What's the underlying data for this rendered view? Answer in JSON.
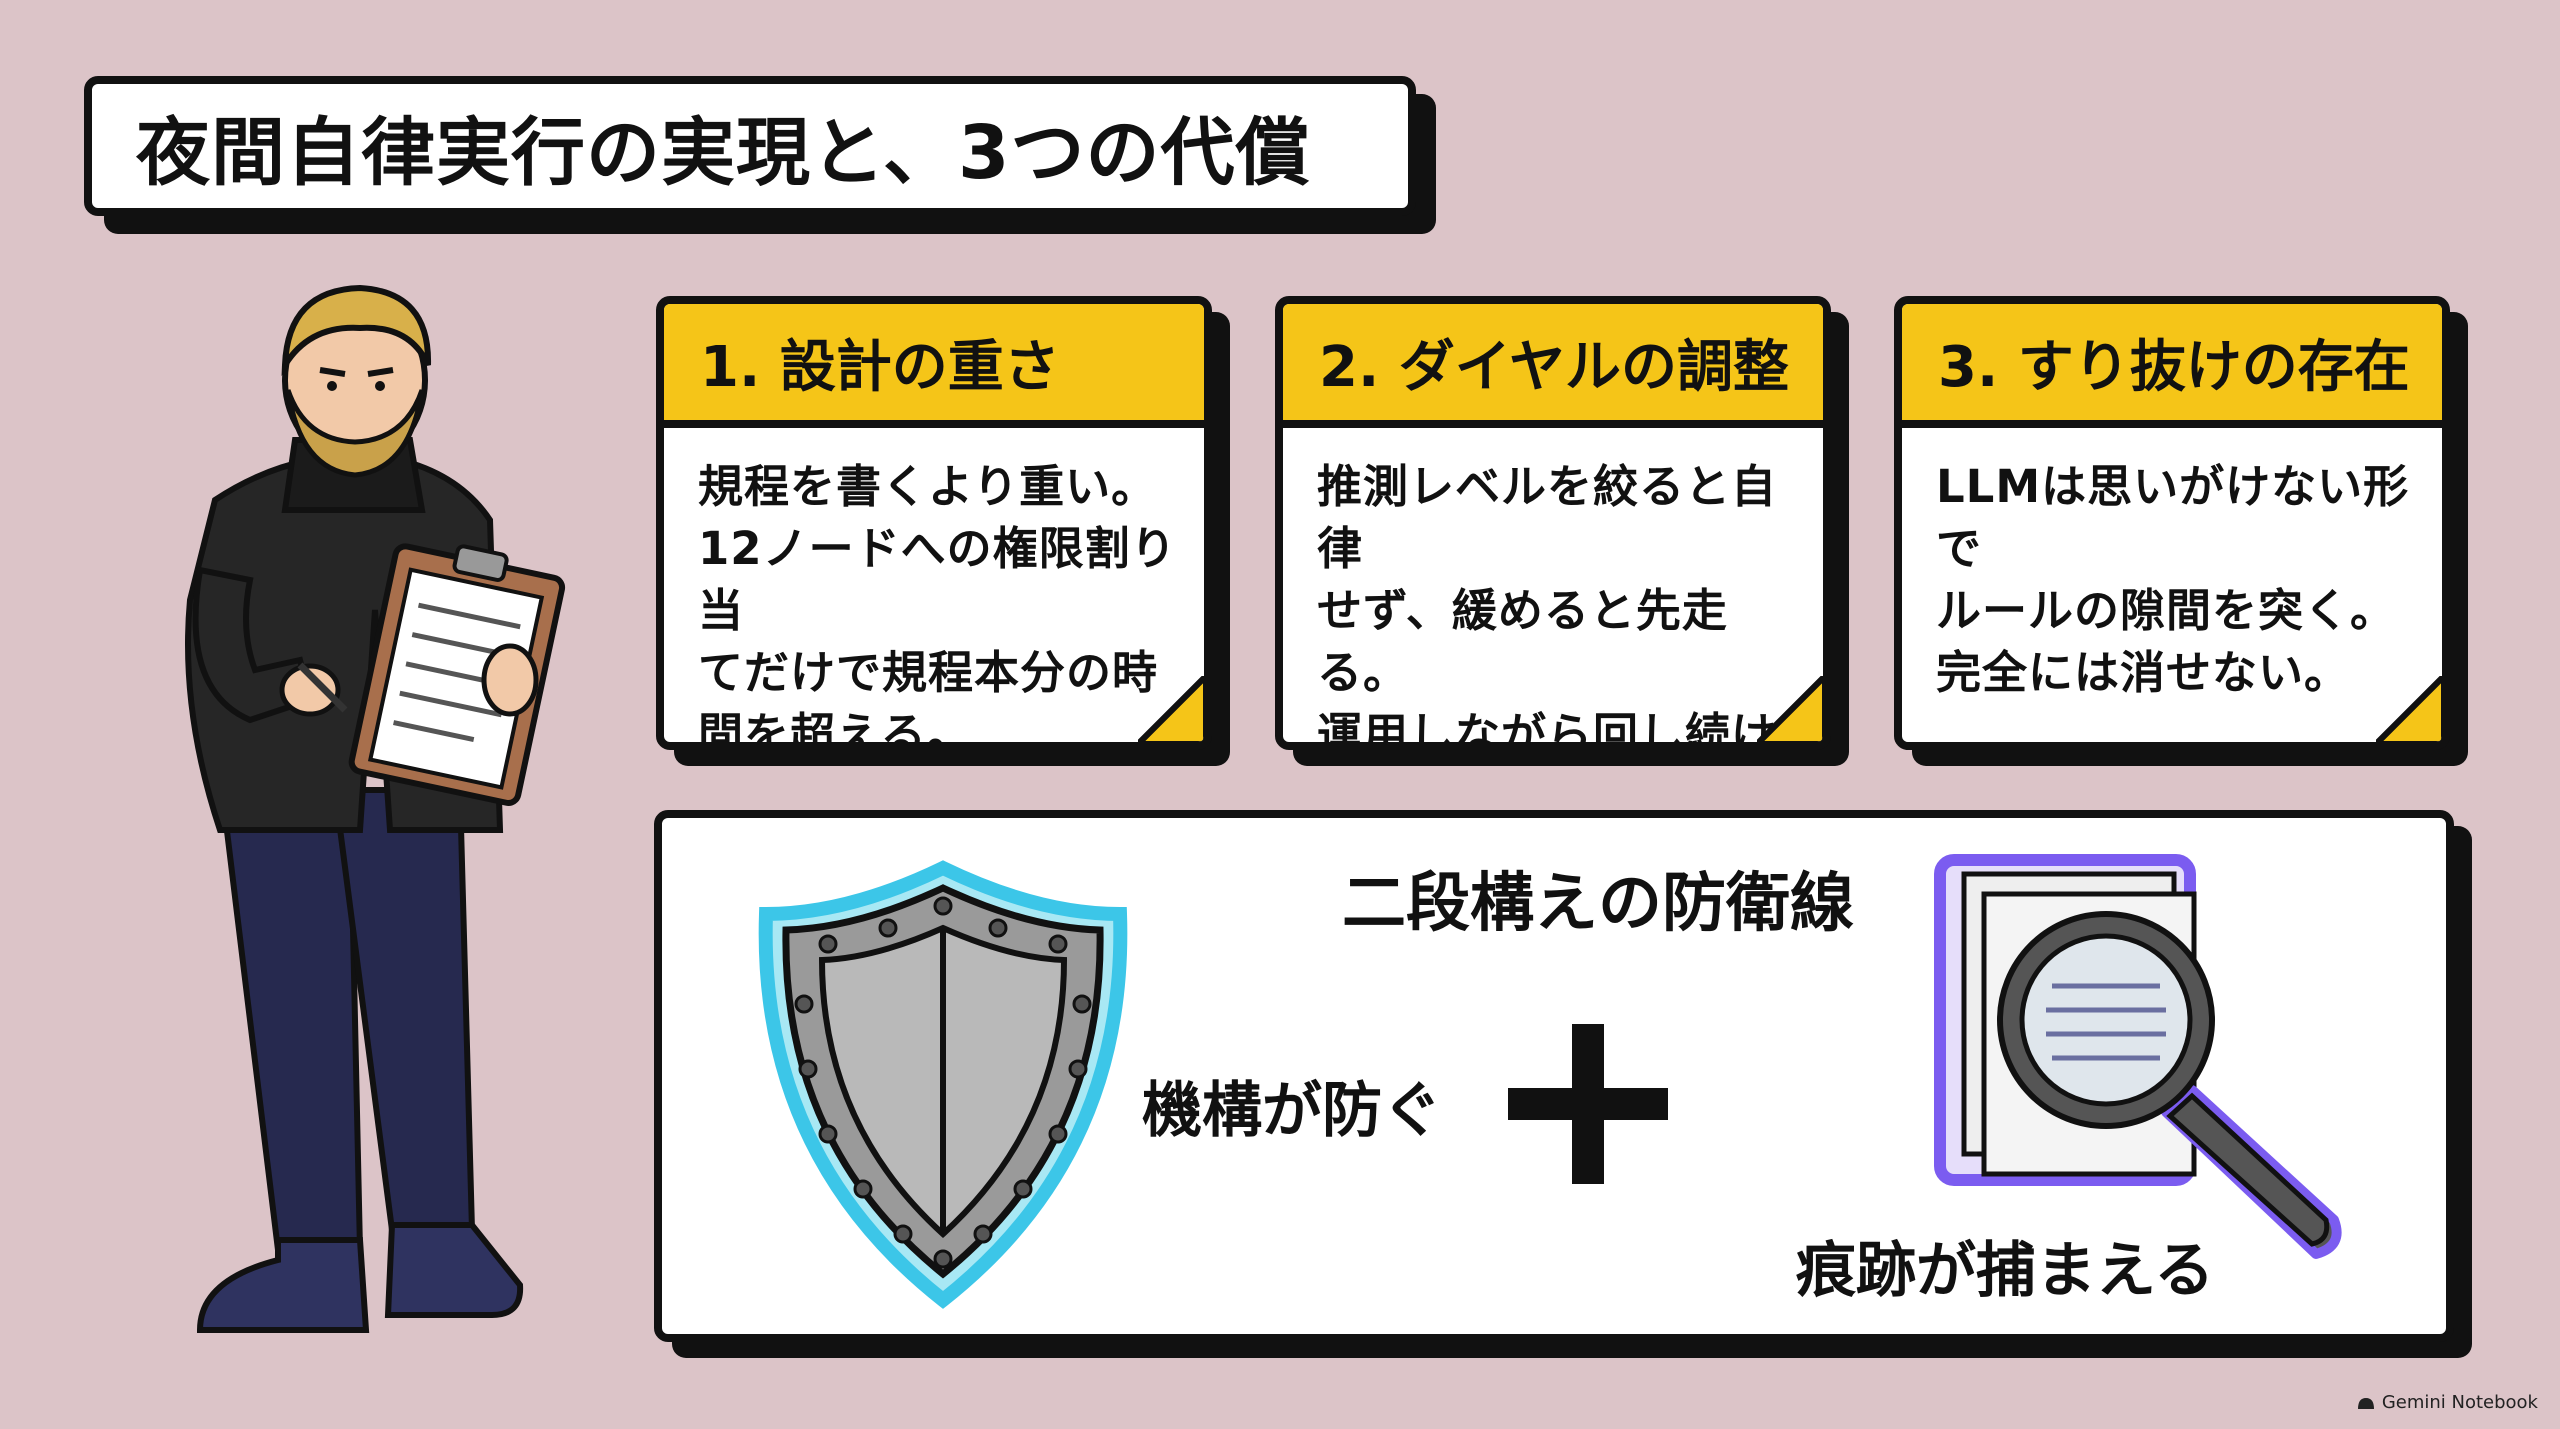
{
  "title": "夜間自律実行の実現と、3つの代償",
  "cards": [
    {
      "heading": "1. 設計の重さ",
      "body": "規程を書くより重い。\n12ノードへの権限割り当\nてだけで規程本分の時\n間を超える。"
    },
    {
      "heading": "2. ダイヤルの調整",
      "body": "推測レベルを絞ると自律\nせず、緩めると先走る。\n運用しながら回し続ける\n必要がある。"
    },
    {
      "heading": "3. すり抜けの存在",
      "body": "LLMは思いがけない形で\nルールの隙間を突く。\n完全には消せない。"
    }
  ],
  "defense": {
    "title": "二段構えの防衛線",
    "left_label": "機構が防ぐ",
    "right_label": "痕跡が捕まえる"
  },
  "watermark": "Gemini Notebook",
  "colors": {
    "background": "#dcc4c8",
    "accent": "#f5c518",
    "ink": "#111111",
    "shield_glow": "#3cc6e8",
    "magnifier_glow": "#7b5cf0"
  },
  "icons": [
    "person-with-clipboard-illustration",
    "shield-icon",
    "plus-icon",
    "magnifier-document-icon",
    "fold-corner-icon"
  ]
}
